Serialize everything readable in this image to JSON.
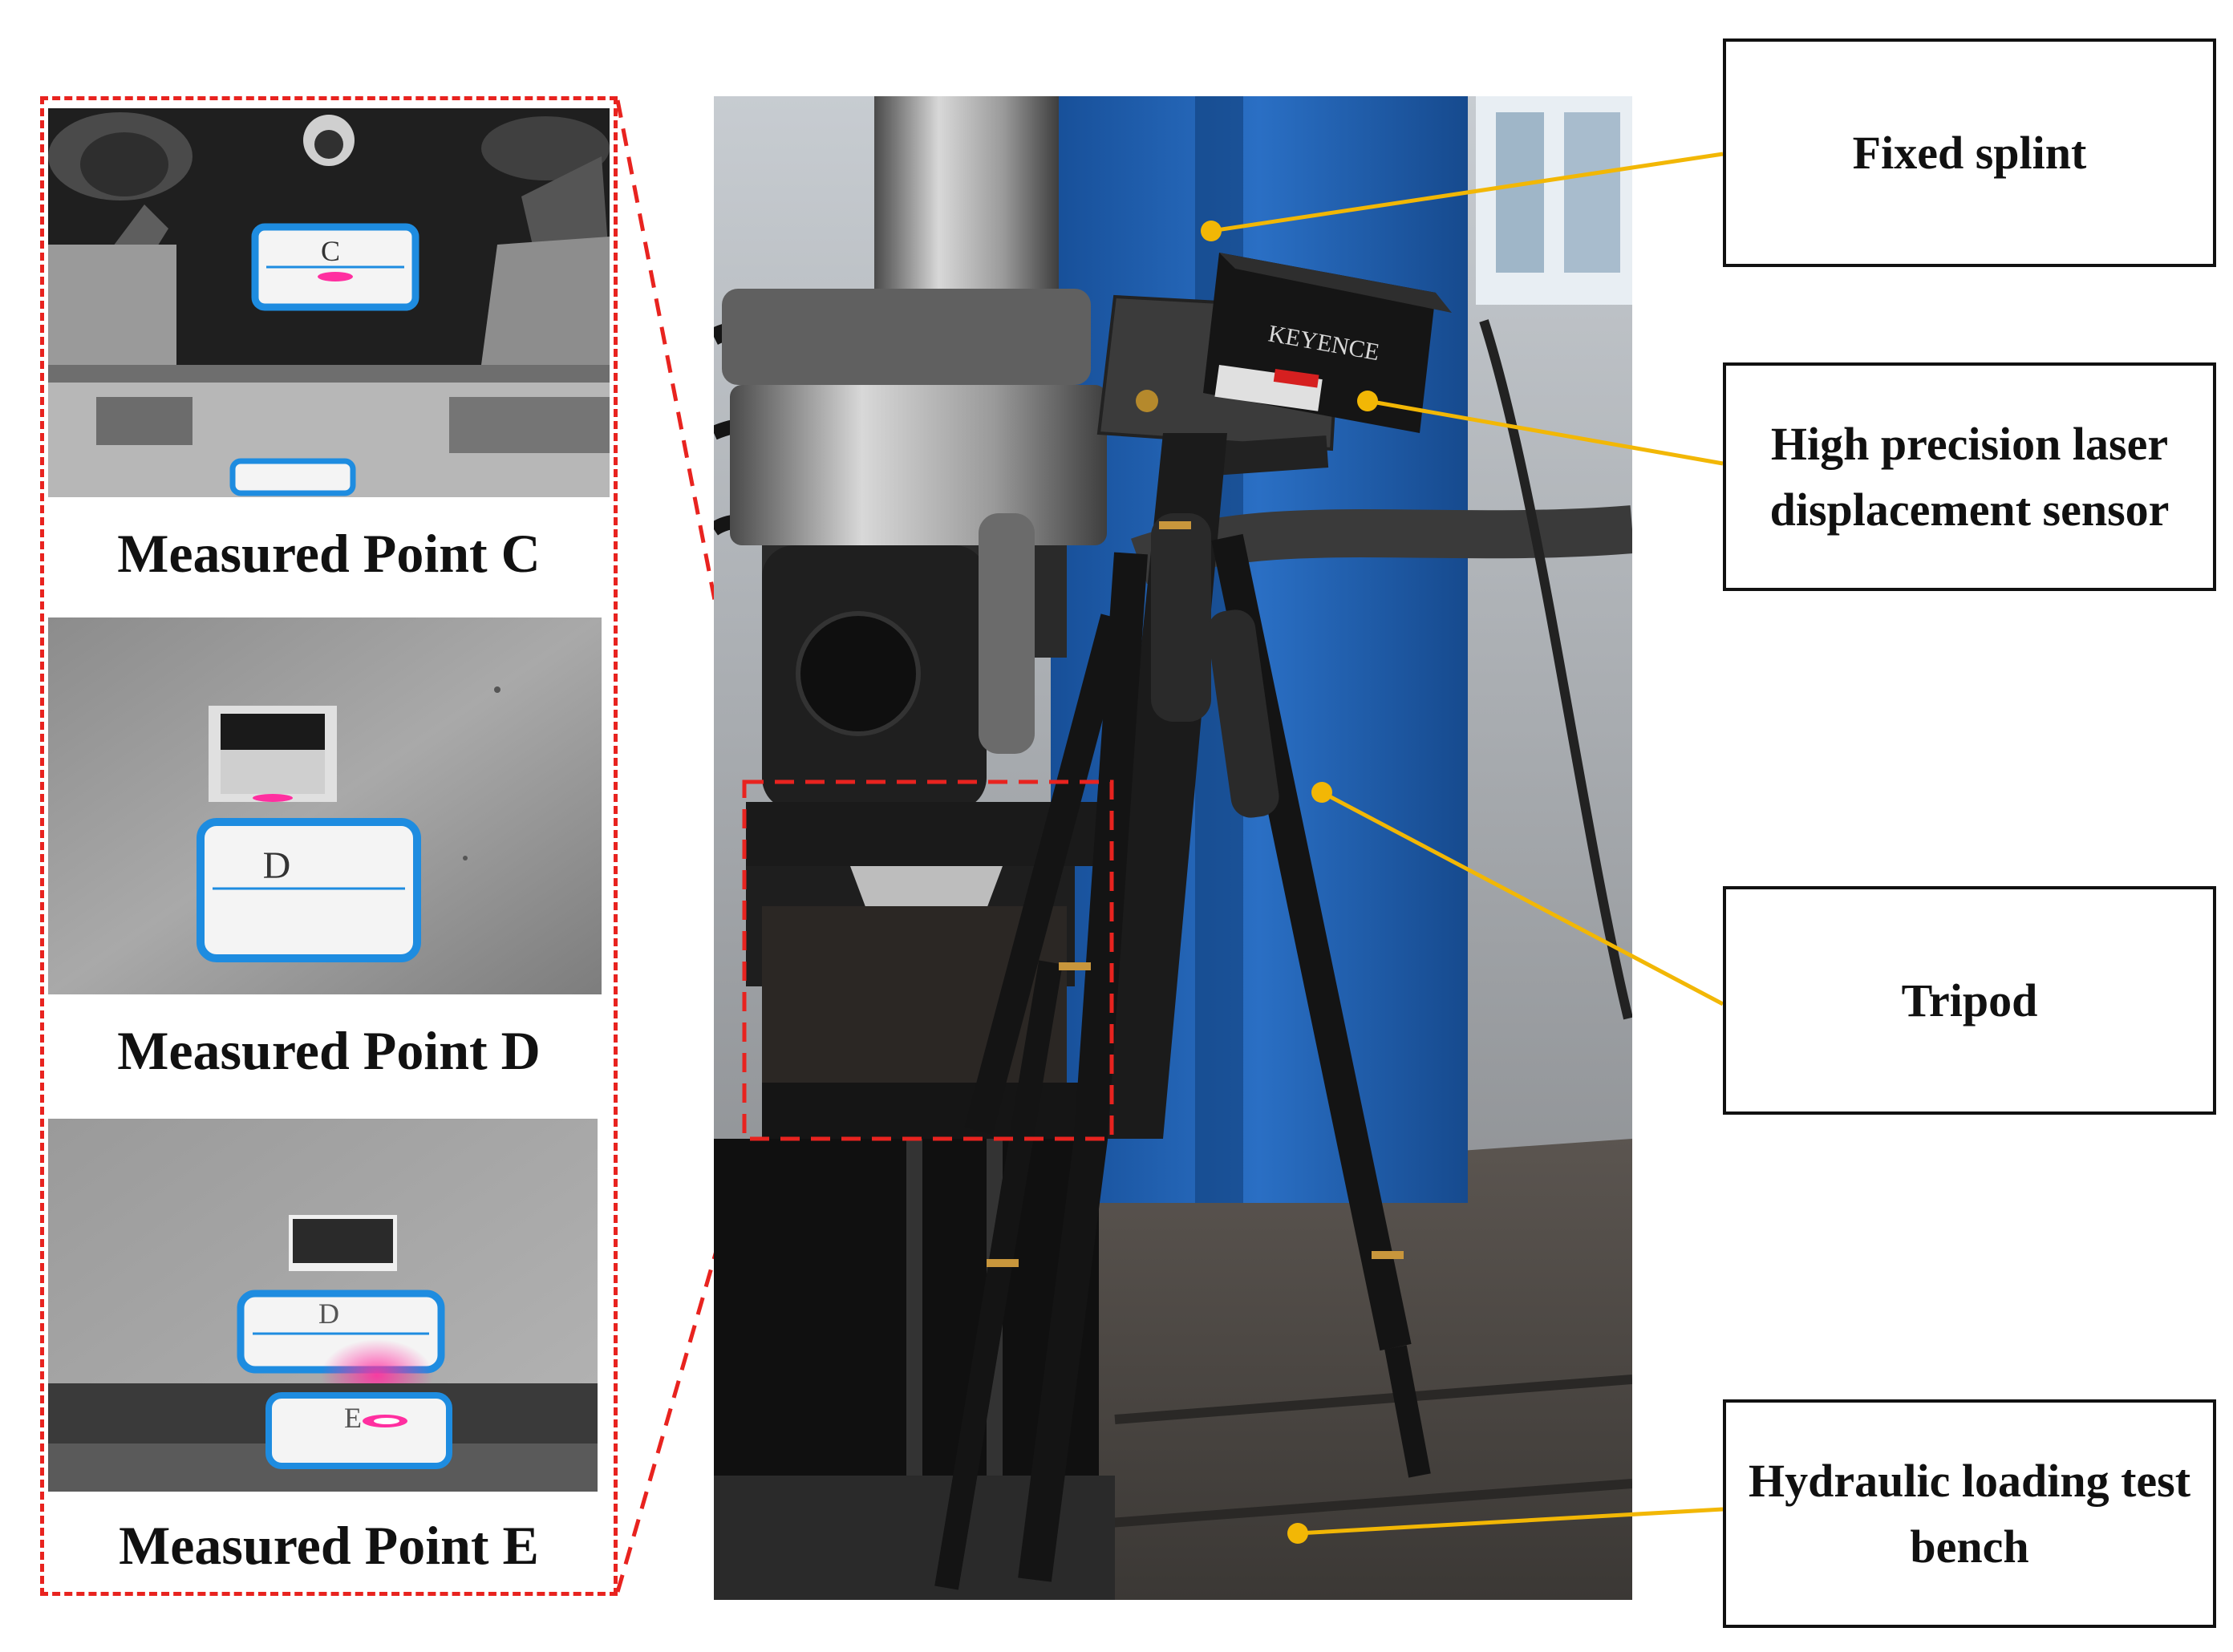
{
  "inset_captions": [
    "Measured Point C",
    "Measured Point D",
    "Measured Point E"
  ],
  "photo_marker_letters": [
    "C",
    "D",
    "D",
    "E"
  ],
  "device_brand": "KEYENCE",
  "callouts": [
    {
      "label": "Fixed splint"
    },
    {
      "label": "High precision laser displacement sensor"
    },
    {
      "label": "Tripod"
    },
    {
      "label": "Hydraulic loading test bench"
    }
  ],
  "colors": {
    "leader_line": "#f2b705",
    "dashed_frame": "#e8231f",
    "machine_blue": "#1d5fb3",
    "laser_spot": "#ff2fa0"
  }
}
